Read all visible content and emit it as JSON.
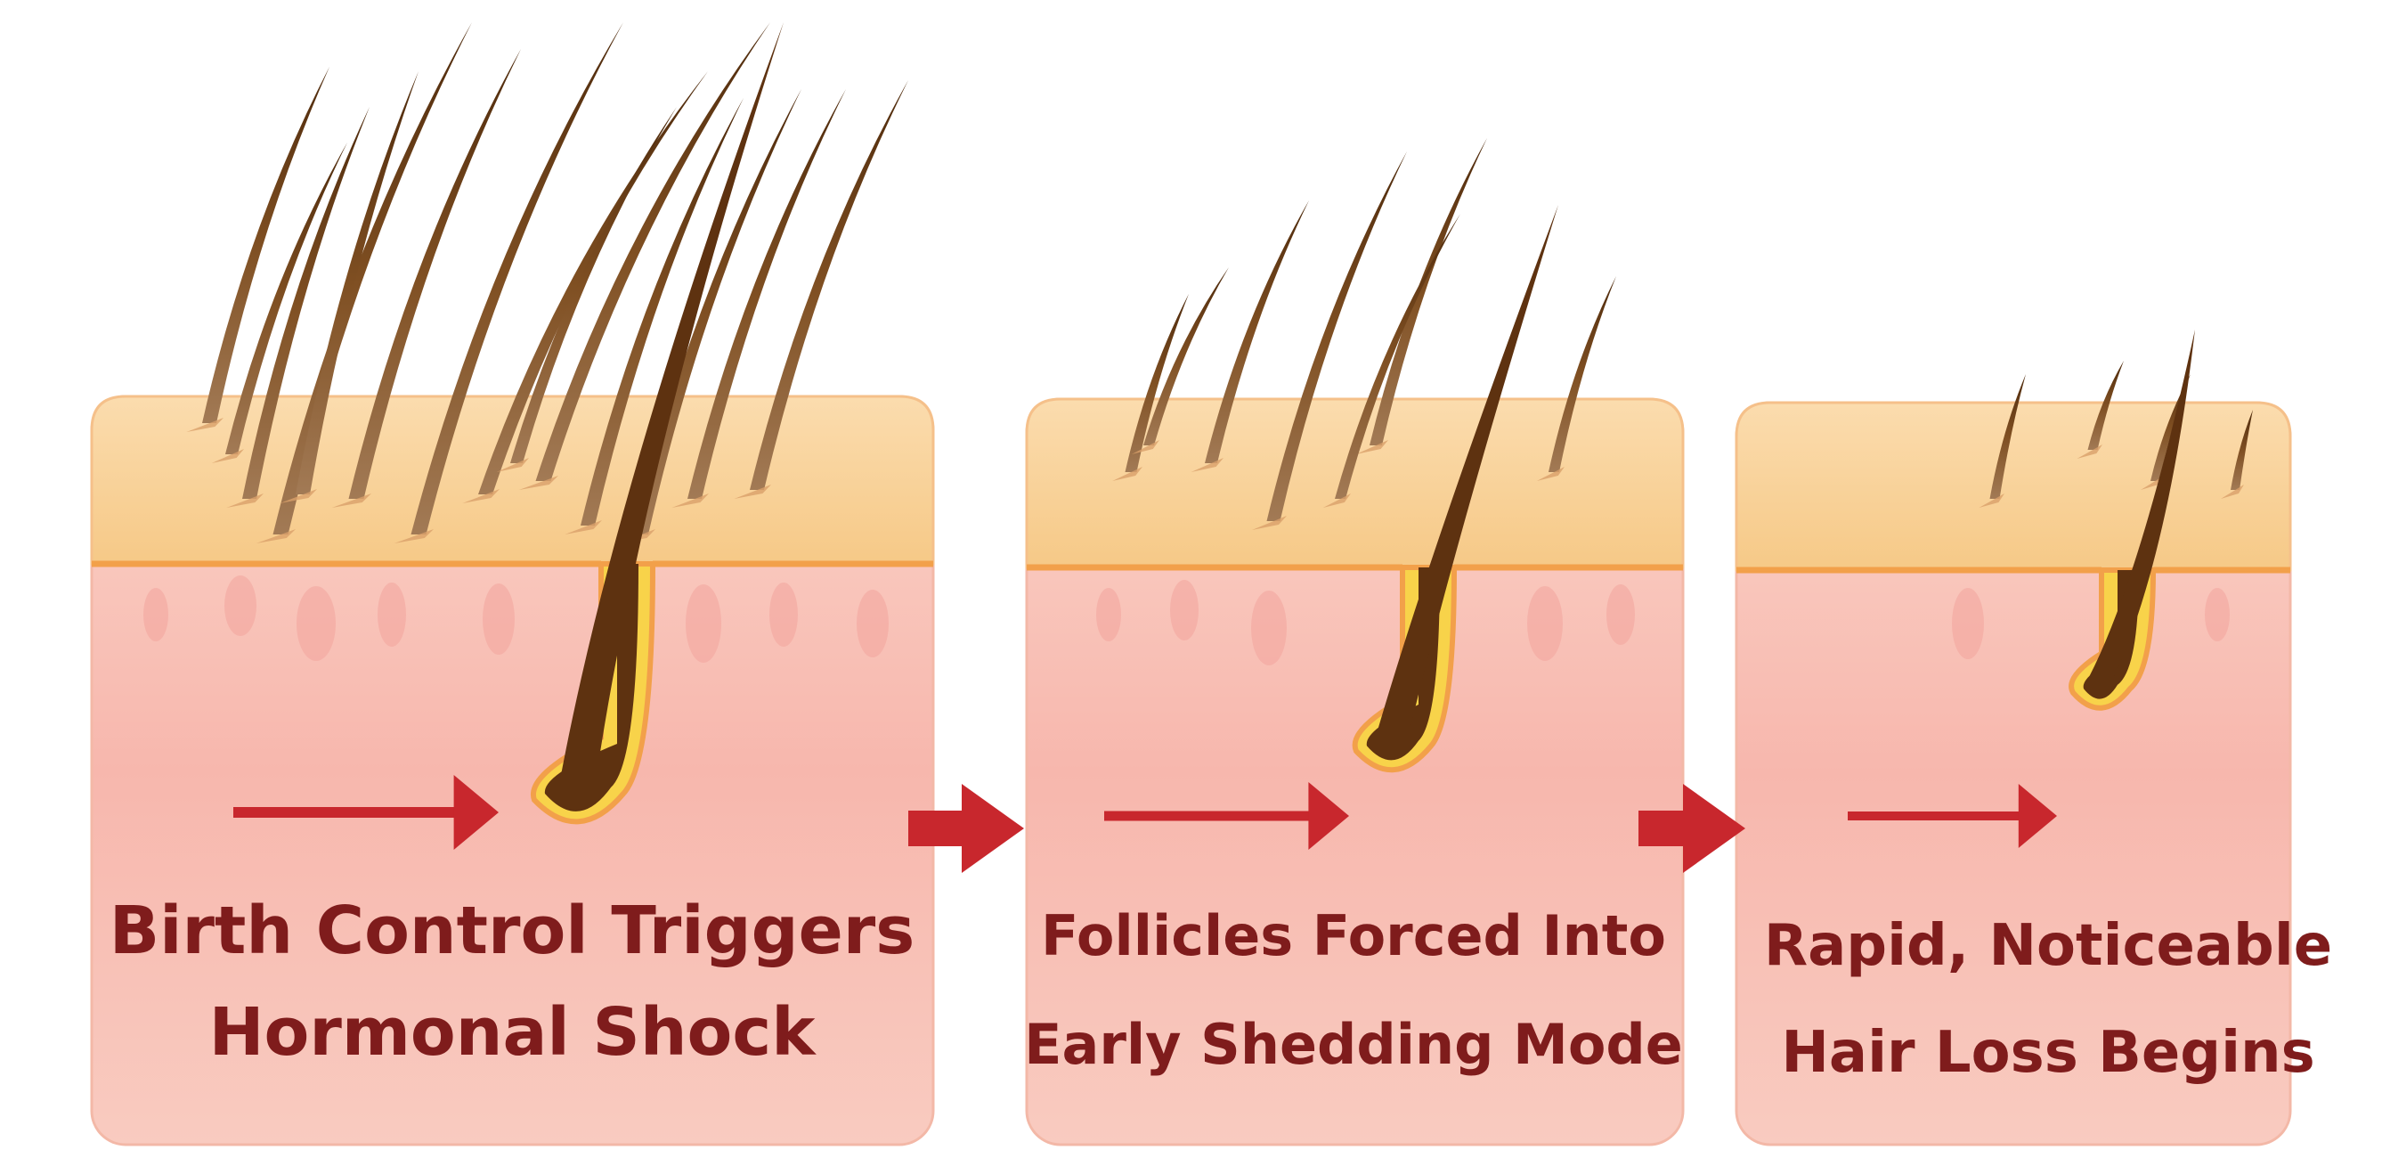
{
  "panels": [
    {
      "stage": 1,
      "caption_lines": [
        "Birth Control Triggers",
        "Hormonal Shock"
      ],
      "surface_hair_count": 14,
      "follicle_size": "large"
    },
    {
      "stage": 2,
      "caption_lines": [
        "Follicles Forced Into",
        "Early Shedding Mode"
      ],
      "surface_hair_count": 7,
      "follicle_size": "medium"
    },
    {
      "stage": 3,
      "caption_lines": [
        "Rapid, Noticeable",
        "Hair Loss Begins"
      ],
      "surface_hair_count": 4,
      "follicle_size": "small"
    }
  ],
  "connectors": [
    "arrow-right-icon",
    "arrow-right-icon"
  ],
  "colors": {
    "scalp_top": "#f7cf94",
    "dermis": "#f6b6ac",
    "border": "#f2a04a",
    "hair": "#8a5a2b",
    "follicle_bulb": "#5e3210",
    "follicle_ring": "#f8d34a",
    "arrow": "#c8272d",
    "caption_text": "#7f1c1c"
  }
}
